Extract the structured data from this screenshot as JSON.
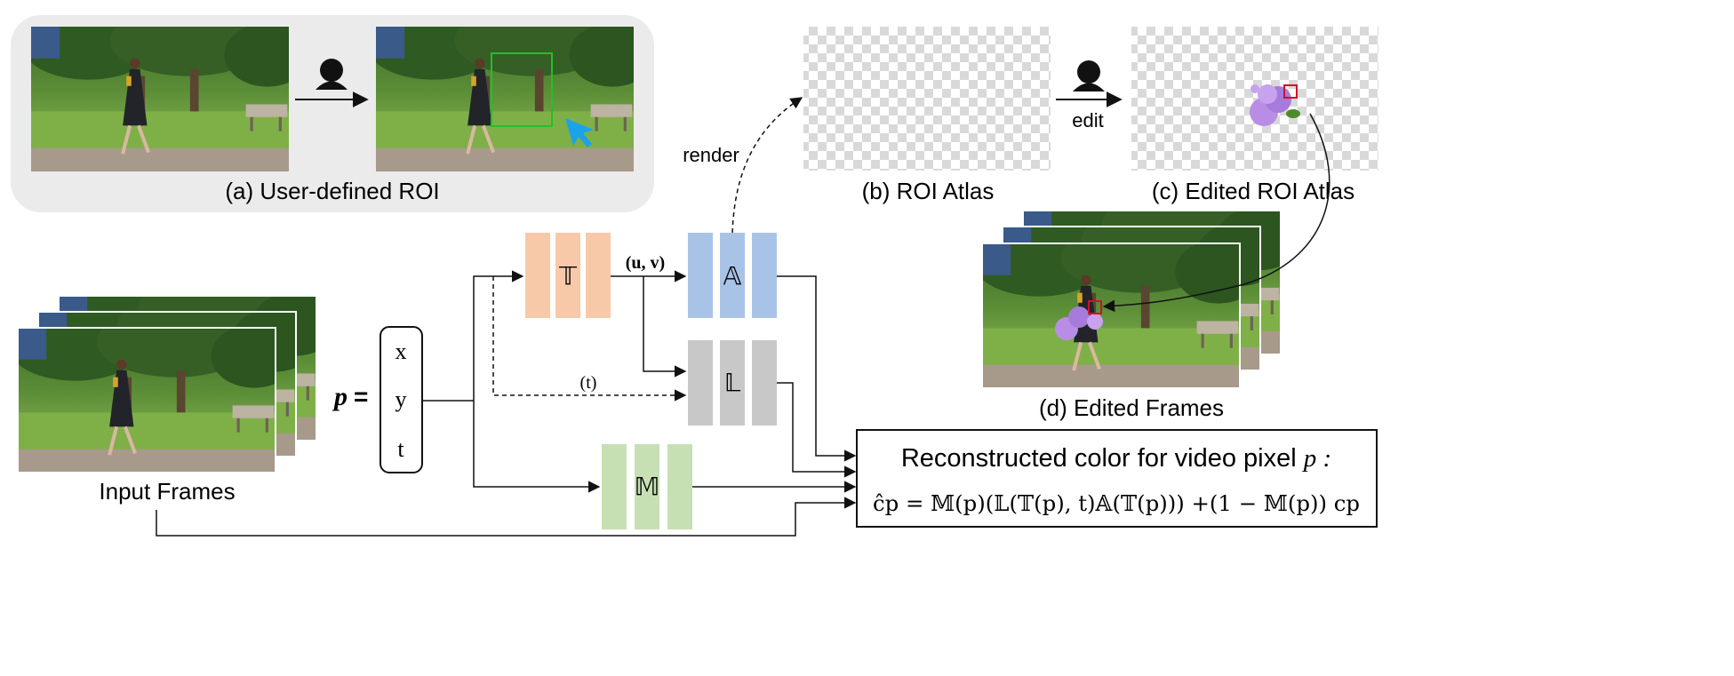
{
  "panel_a": {
    "caption": "(a) User-defined ROI"
  },
  "panel_b": {
    "caption": "(b) ROI Atlas",
    "arrow_label": "render"
  },
  "panel_c": {
    "caption": "(c) Edited ROI Atlas",
    "arrow_label": "edit"
  },
  "panel_d": {
    "caption": "(d) Edited Frames"
  },
  "input": {
    "caption": "Input Frames"
  },
  "pixel": {
    "symbol": "p",
    "equals": "=",
    "coords": [
      "x",
      "y",
      "t"
    ]
  },
  "networks": {
    "T": {
      "symbol": "𝕋",
      "color": "#f7c9a8"
    },
    "A": {
      "symbol": "𝔸",
      "color": "#a9c3e6"
    },
    "L": {
      "symbol": "𝕃",
      "color": "#c8c8c8"
    },
    "M": {
      "symbol": "𝕄",
      "color": "#c6e0b4"
    }
  },
  "edge_labels": {
    "uv": "(u, v)",
    "t": "(t)"
  },
  "result": {
    "title": "Reconstructed color for video pixel",
    "title_var": "p :",
    "formula": "ĉp = 𝕄(p)(𝕃(𝕋(p), t)𝔸(𝕋(p))) +(1 − 𝕄(p)) cp"
  },
  "colors": {
    "roi_box": "#22c02a",
    "cursor": "#1aa3e8",
    "edit_box": "#d0102a",
    "flower": "#b98de6"
  }
}
